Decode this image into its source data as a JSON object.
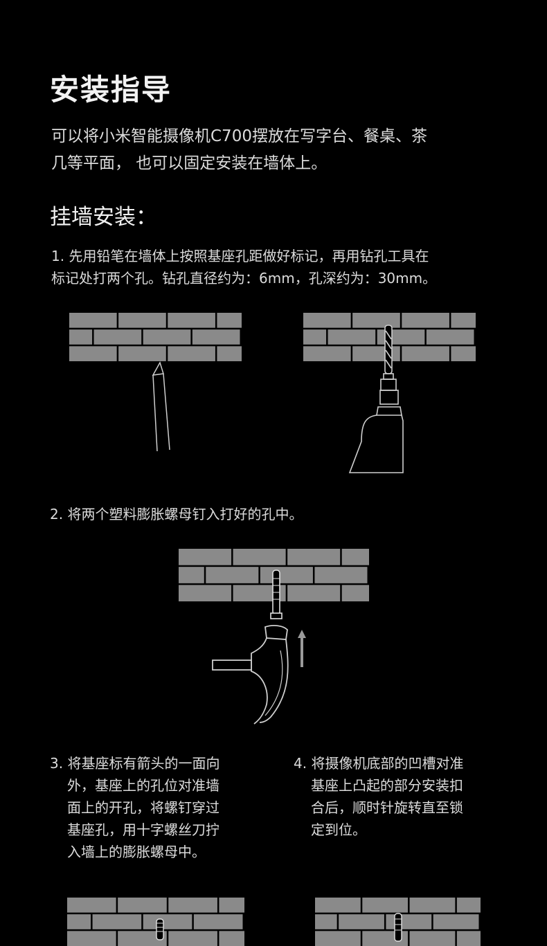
{
  "title": "安装指导",
  "intro": {
    "line1": "可以将小米智能摄像机C700摆放在写字台、餐桌、茶",
    "line2": "几等平面， 也可以固定安装在墙体上。"
  },
  "section_title": "挂墙安装：",
  "steps": {
    "step1": {
      "line1": "1. 先用铅笔在墙体上按照基座孔距做好标记，再用钻孔工具在",
      "line2": "标记处打两个孔。钻孔直径约为：6mm，孔深约为：30mm。"
    },
    "step2": {
      "line1": "2. 将两个塑料膨胀螺母钉入打好的孔中。"
    },
    "step3": {
      "line1": "3. 将基座标有箭头的一面向",
      "line2": "外，基座上的孔位对准墙",
      "line3": "面上的开孔，将螺钉穿过",
      "line4": "基座孔，用十字螺丝刀拧",
      "line5": "入墙上的膨胀螺母中。"
    },
    "step4": {
      "line1": "4. 将摄像机底部的凹槽对准",
      "line2": "基座上凸起的部分安装扣",
      "line3": "合后，顺时针旋转直至锁",
      "line4": "定到位。"
    }
  },
  "colors": {
    "background": "#000000",
    "brick": "#8a8a8a",
    "mortar": "#000000",
    "line_art": "#cfcfcf"
  },
  "icons": [
    "brick-wall-icon",
    "pencil-icon",
    "drill-icon",
    "wall-anchor-icon",
    "hammer-icon",
    "up-arrow-icon",
    "screw-icon"
  ]
}
